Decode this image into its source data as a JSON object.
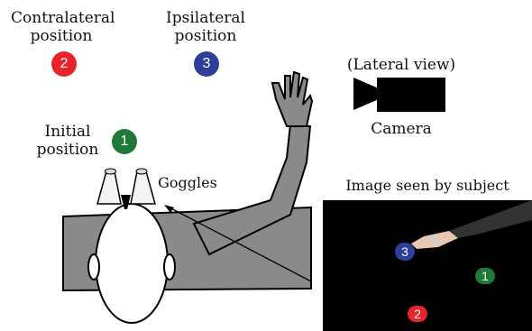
{
  "labels": {
    "contralateral": "Contralateral position",
    "ipsilateral": "Ipsilateral position",
    "initial": "Initial position",
    "lateral_view": "(Lateral view)",
    "camera": "Camera",
    "goggles": "Goggles",
    "image_seen": "Image seen by subject"
  },
  "badges": {
    "one": "1",
    "two": "2",
    "three": "3"
  },
  "colors": {
    "green": "#1f7a3a",
    "red": "#e8232a",
    "blue": "#2f3e98",
    "body_gray": "#8a8a8a"
  }
}
